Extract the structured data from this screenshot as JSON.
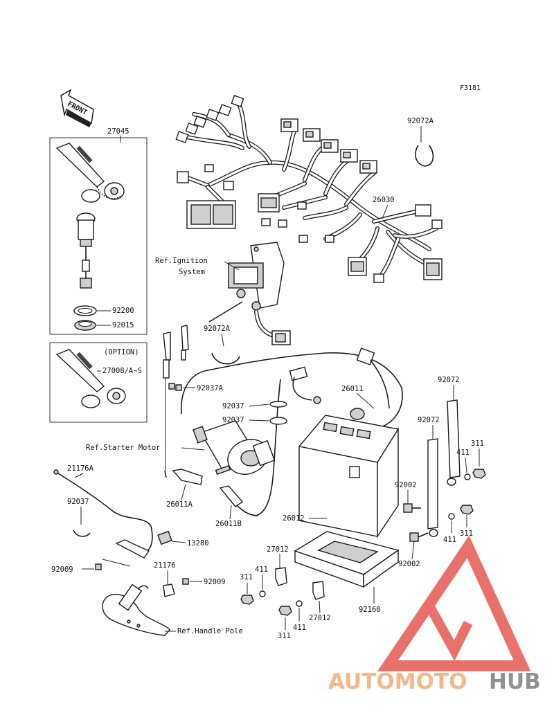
{
  "figure_code": "F3181",
  "front_label": "FRONT",
  "references": {
    "ignition": [
      "Ref.Ignition",
      "System"
    ],
    "starter_motor": "Ref.Starter Motor",
    "handle_pole": "Ref.Handle Pole"
  },
  "option_label": "(OPTION)",
  "part_numbers": {
    "p27045": "27045",
    "p92200": "92200",
    "p92015": "92015",
    "p27008": "27008/A~S",
    "p92072A_top": "92072A",
    "p26030": "26030",
    "p92072A_mid": "92072A",
    "p92037A": "92037A",
    "p26011": "26011",
    "p92037_a": "92037",
    "p92037_b": "92037",
    "p92072_a": "92072",
    "p92072_b": "92072",
    "p311_a": "311",
    "p411_a": "411",
    "p92002_a": "92002",
    "p411_b": "411",
    "p311_b": "311",
    "p92002_b": "92002",
    "p21176A": "21176A",
    "p92037_c": "92037",
    "p26011A": "26011A",
    "p26011B": "26011B",
    "p26012": "26012",
    "p13280": "13280",
    "p92009_a": "92009",
    "p21176": "21176",
    "p92009_b": "92009",
    "p27012_a": "27012",
    "p311_c": "311",
    "p411_c": "411",
    "p92160": "92160",
    "p311_d": "311",
    "p411_d": "411",
    "p27012_b": "27012"
  },
  "watermark": {
    "part1": "AUTOMOTO",
    "part2": "HUB",
    "color1": "#f4b183",
    "color2": "#888888",
    "logo_color": "#e8665f"
  }
}
